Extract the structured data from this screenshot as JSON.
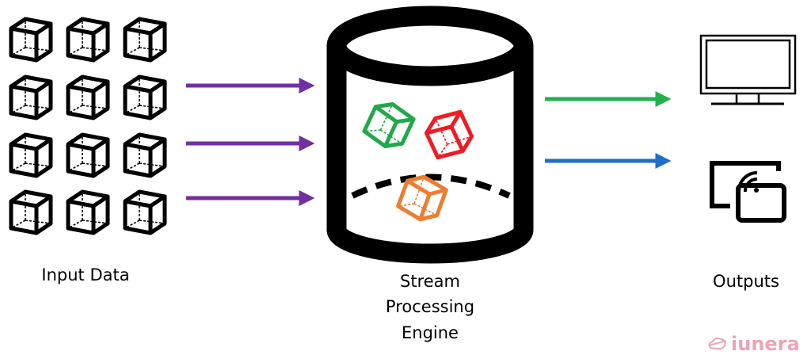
{
  "labels": {
    "input": "Input Data",
    "engine_line1": "Stream",
    "engine_line2": "Processing",
    "engine_line3": "Engine",
    "outputs": "Outputs"
  },
  "logo": {
    "text": "iunera",
    "color": "#e9a6b5"
  },
  "colors": {
    "input_arrows": "#7030a0",
    "output_arrow_1": "#22b14c",
    "output_arrow_2": "#1f6fc5",
    "cube_green": "#22a84a",
    "cube_red": "#ee1c24",
    "cube_orange": "#ed7d31"
  },
  "icons": [
    "cube-icon",
    "database-cylinder-icon",
    "monitor-icon",
    "cast-screen-icon",
    "iunera-logo-icon"
  ]
}
